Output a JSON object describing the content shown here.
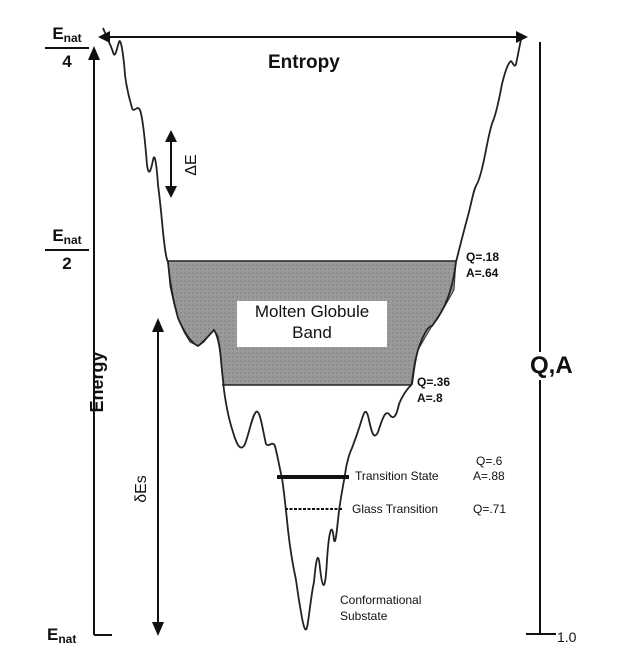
{
  "diagram": {
    "energy_levels": {
      "top": {
        "symbol": "E",
        "subscript": "nat",
        "denominator": "4"
      },
      "middle": {
        "symbol": "E",
        "subscript": "nat",
        "denominator": "2"
      },
      "bottom": {
        "symbol": "E",
        "subscript": "nat"
      }
    },
    "entropy_label": "Entropy",
    "energy_axis_label": "Energy",
    "qa_axis_label": "Q,A",
    "qa_axis_end": "1.0",
    "delta_e_label": "ΔE",
    "delta_es_label": "δEs",
    "band_label_line1": "Molten Globule",
    "band_label_line2": "Band",
    "annotations": {
      "band_top_q": "Q=.18",
      "band_top_a": "A=.64",
      "band_bottom_q": "Q=.36",
      "band_bottom_a": "A=.8",
      "transition_q": "Q=.6",
      "transition_label": "Transition State",
      "transition_a": "A=.88",
      "glass_label": "Glass Transition",
      "glass_q": "Q=.71",
      "substate_line1": "Conformational",
      "substate_line2": "Substate"
    }
  }
}
